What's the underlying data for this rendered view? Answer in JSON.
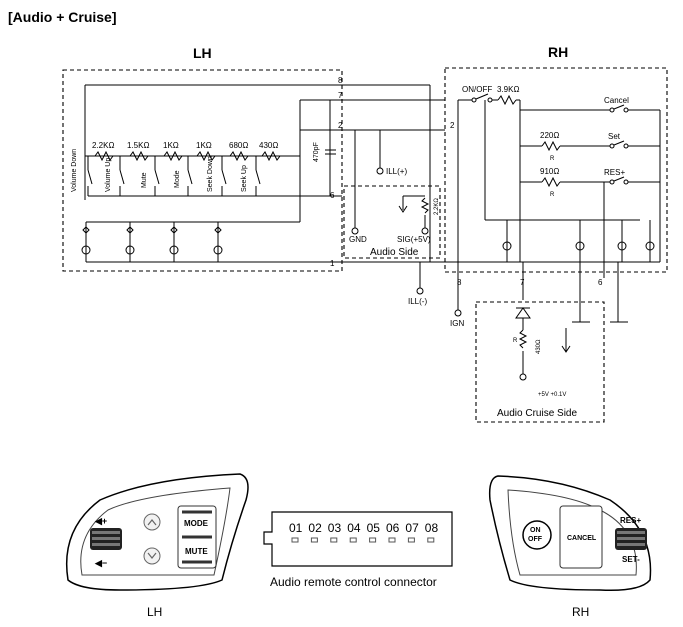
{
  "title": "[Audio + Cruise]",
  "lh": {
    "heading": "LH",
    "resistors": [
      "2.2KΩ",
      "1.5KΩ",
      "1KΩ",
      "1KΩ",
      "680Ω",
      "430Ω"
    ],
    "switches": [
      "Volume Down",
      "Volume Up",
      "Mute",
      "Mode",
      "Seek Down",
      "Seek Up"
    ],
    "capacitor": "470pF",
    "pins": [
      "8",
      "7",
      "2",
      "6",
      "1"
    ]
  },
  "rh": {
    "heading": "RH",
    "on_off": "ON/OFF",
    "resistor_main": "3.9KΩ",
    "cancel": "Cancel",
    "r220": "220Ω",
    "set": "Set",
    "r910": "910Ω",
    "res": "RES+",
    "r_label": "R",
    "pin2": "2",
    "pins_bottom": [
      "8",
      "7",
      "6"
    ]
  },
  "audio_side": {
    "label": "Audio Side",
    "gnd": "GND",
    "sig": "SIG(+5V)",
    "ill_plus": "ILL(+)",
    "r_small": "2.2KΩ"
  },
  "ill_minus": "ILL(-)",
  "ign": "IGN",
  "cruise_side": {
    "label": "Audio Cruise Side",
    "r": "430Ω",
    "r_tag": "R",
    "supply": "+5V  +0.1V"
  },
  "lh_panel": {
    "vol_up": "◀+",
    "vol_down": "◀−",
    "mode": "MODE",
    "mute": "MUTE",
    "caption": "LH"
  },
  "connector": {
    "pins": [
      "01",
      "02",
      "03",
      "04",
      "05",
      "06",
      "07",
      "08"
    ],
    "label": "Audio remote control connector"
  },
  "rh_panel": {
    "on": "ON",
    "off": "OFF",
    "cancel": "CANCEL",
    "res": "RES+",
    "set": "SET-",
    "caption": "RH"
  }
}
